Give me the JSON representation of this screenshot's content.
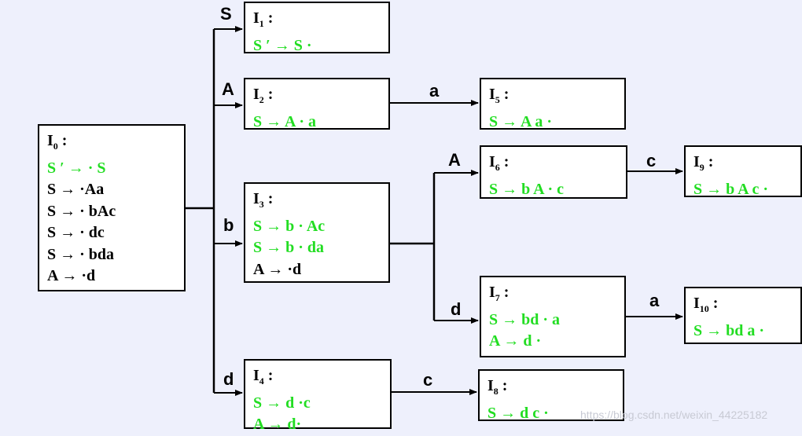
{
  "states": [
    {
      "id": "I0",
      "title": "I",
      "sub": "0",
      "items": [
        {
          "text": "S ′ → · S",
          "color": "green"
        },
        {
          "text": "S → ·Aa",
          "color": "black"
        },
        {
          "text": "S → · bAc",
          "color": "black"
        },
        {
          "text": "S → · dc",
          "color": "black"
        },
        {
          "text": "S → · bda",
          "color": "black"
        },
        {
          "text": "A → ·d",
          "color": "black"
        }
      ]
    },
    {
      "id": "I1",
      "title": "I",
      "sub": "1",
      "items": [
        {
          "text": "S ′ → S ·",
          "color": "green"
        }
      ]
    },
    {
      "id": "I2",
      "title": "I",
      "sub": "2",
      "items": [
        {
          "text": "S → A · a",
          "color": "green"
        }
      ]
    },
    {
      "id": "I3",
      "title": "I",
      "sub": "3",
      "items": [
        {
          "text": "S → b · Ac",
          "color": "green"
        },
        {
          "text": "S → b · da",
          "color": "green"
        },
        {
          "text": "A → ·d",
          "color": "black"
        }
      ]
    },
    {
      "id": "I4",
      "title": "I",
      "sub": "4",
      "items": [
        {
          "text": "S → d ·c",
          "color": "green"
        },
        {
          "text": "A → d·",
          "color": "green"
        }
      ]
    },
    {
      "id": "I5",
      "title": "I",
      "sub": "5",
      "items": [
        {
          "text": "S → A a ·",
          "color": "green"
        }
      ]
    },
    {
      "id": "I6",
      "title": "I",
      "sub": "6",
      "items": [
        {
          "text": "S → b A · c",
          "color": "green"
        }
      ]
    },
    {
      "id": "I7",
      "title": "I",
      "sub": "7",
      "items": [
        {
          "text": "S → bd · a",
          "color": "green"
        },
        {
          "text": "A → d ·",
          "color": "green"
        }
      ]
    },
    {
      "id": "I8",
      "title": "I",
      "sub": "8",
      "items": [
        {
          "text": "S → d c ·",
          "color": "green"
        }
      ]
    },
    {
      "id": "I9",
      "title": "I",
      "sub": "9",
      "items": [
        {
          "text": "S → b A c ·",
          "color": "green"
        }
      ]
    },
    {
      "id": "I10",
      "title": "I",
      "sub": "10",
      "items": [
        {
          "text": "S → bd a ·",
          "color": "green"
        }
      ]
    }
  ],
  "transitions": [
    {
      "from": "I0",
      "to": "I1",
      "symbol": "S"
    },
    {
      "from": "I0",
      "to": "I2",
      "symbol": "A"
    },
    {
      "from": "I0",
      "to": "I3",
      "symbol": "b"
    },
    {
      "from": "I0",
      "to": "I4",
      "symbol": "d"
    },
    {
      "from": "I2",
      "to": "I5",
      "symbol": "a"
    },
    {
      "from": "I3",
      "to": "I6",
      "symbol": "A"
    },
    {
      "from": "I3",
      "to": "I7",
      "symbol": "d"
    },
    {
      "from": "I4",
      "to": "I8",
      "symbol": "c"
    },
    {
      "from": "I6",
      "to": "I9",
      "symbol": "c"
    },
    {
      "from": "I7",
      "to": "I10",
      "symbol": "a"
    }
  ],
  "colors": {
    "kernel_item": "#22dd22",
    "closure_item": "#000000",
    "background": "#eef0fc",
    "box_fill": "#ffffff"
  },
  "watermark": "https://blog.csdn.net/weixin_44225182"
}
